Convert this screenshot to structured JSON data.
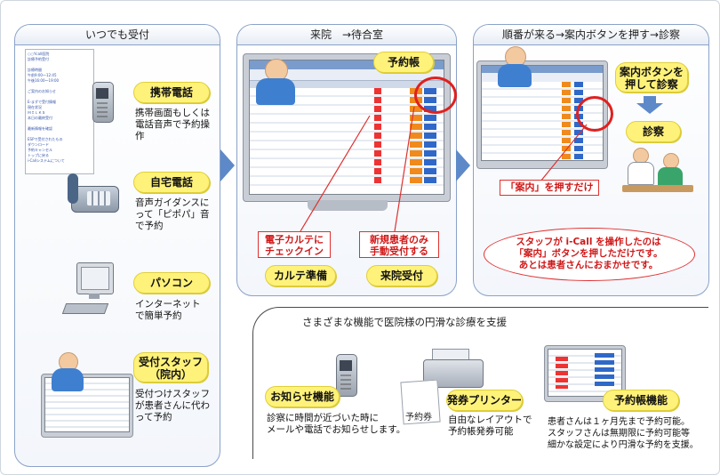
{
  "panels": {
    "anytime": {
      "title": "いつでも受付",
      "mobile_label": "携帯電話",
      "mobile_desc": "携帯画面もしくは\n電話音声で予約操作",
      "home_label": "自宅電話",
      "home_desc": "音声ガイダンスに\nって「ピポパ」音\nで予約",
      "pc_label": "パソコン",
      "pc_desc": "インターネット\nで簡単予約",
      "staff_label": "受付スタッフ\n（院内）",
      "staff_desc": "受付つけスタッフ\nが患者さんに代わ\nって予約"
    },
    "waiting": {
      "title": "来院　→待合室",
      "book_label": "予約帳",
      "chart_label": "カルテ準備",
      "reception_label": "来院受付",
      "note_checkin": "電子カルテに\nチェックイン",
      "note_new": "新規患者のみ\n手動受付する"
    },
    "exam": {
      "title": "順番が来る→案内ボタンを押す→診察",
      "guide_label": "案内ボタンを\n押して診察",
      "exam_label": "診察",
      "note_press": "「案内」を押すだけ",
      "note_staff": "スタッフが i-Call を操作したのは\n「案内」ボタンを押しただけです。\nあとは患者さんにおまかせです。"
    },
    "support": {
      "title": "さまざまな機能で医院様の円滑な診療を支援",
      "notify_label": "お知らせ機能",
      "notify_desc": "診察に時間が近づいた時に\nメールや電話でお知らせします。",
      "printer_label": "発券プリンター",
      "printer_desc": "自由なレイアウトで\n予約帳発券可能",
      "ticket_label": "予約券",
      "book_label": "予約帳機能",
      "book_desc": "患者さんは１ヶ月先まで予約可能。\nスタッフさんは無期限に予約可能等\n細かな設定により円滑な予約を支援。"
    }
  },
  "phone_screen_lines": [
    "○○Ycall医院",
    "診療予約受付",
    "",
    "診療時間",
    "午前9:00〜12:45",
    "午後16:00〜19:00",
    "",
    "ご案内のお知らせ",
    "",
    "E-まずで受付情報",
    "現在状況",
    "ＭＩＬＫＳ",
    "本日の最終受付",
    "",
    "最新情報を確認",
    "",
    "ESPで受付されたもの",
    "ダウンロード",
    "予約キャンセル",
    "トップに戻る",
    "i-Callシステムについて"
  ]
}
